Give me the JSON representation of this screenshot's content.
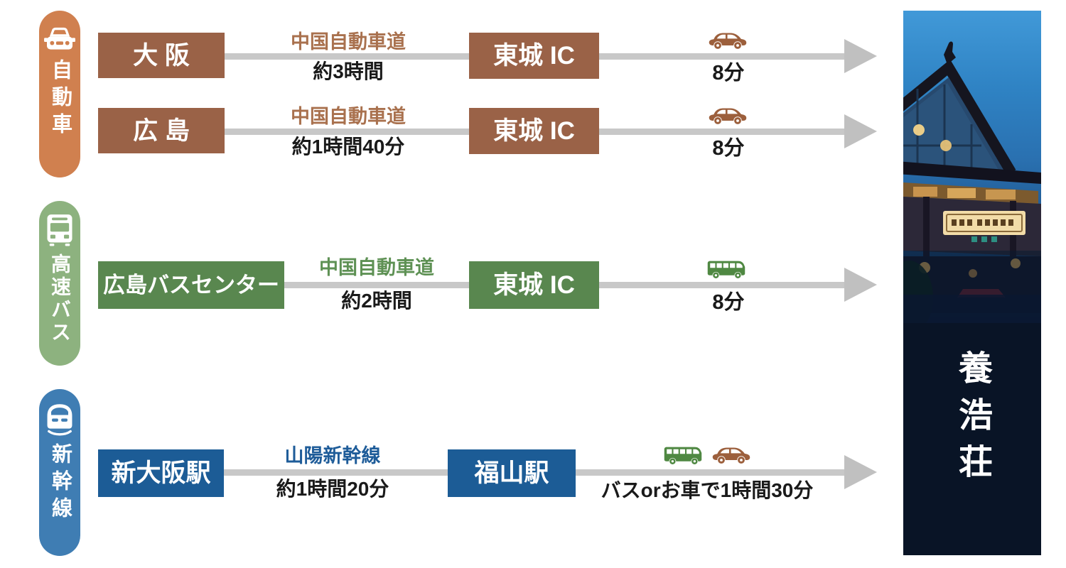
{
  "diagram_title": "access-routes",
  "line_color": "#c8c8c8",
  "arrow_color": "#c0c0c0",
  "sections": [
    {
      "id": "car",
      "label": "自動車",
      "icon": "car-front-icon",
      "colors": {
        "pill": "#d0804f",
        "box": "#9a6247",
        "accent": "#a9714e",
        "vehicle": "#9c5f3c"
      },
      "rows": [
        {
          "origin": "大 阪",
          "via_road": "中国自動車道",
          "via_time": "約3時間",
          "node": "東城 IC",
          "leg_icon": "car-side-icon",
          "leg_time": "8分"
        },
        {
          "origin": "広 島",
          "via_road": "中国自動車道",
          "via_time": "約1時間40分",
          "node": "東城 IC",
          "leg_icon": "car-side-icon",
          "leg_time": "8分"
        }
      ]
    },
    {
      "id": "bus",
      "label": "高速バス",
      "icon": "bus-front-icon",
      "colors": {
        "pill": "#8db27f",
        "box": "#59874f",
        "accent": "#5e9154",
        "vehicle": "#4f8842"
      },
      "rows": [
        {
          "origin": "広島バスセンター",
          "via_road": "中国自動車道",
          "via_time": "約2時間",
          "node": "東城 IC",
          "leg_icon": "bus-side-icon",
          "leg_time": "8分"
        }
      ]
    },
    {
      "id": "shinkansen",
      "label": "新幹線",
      "icon": "train-front-icon",
      "colors": {
        "pill": "#3f7db3",
        "box": "#1c5c96",
        "accent": "#1e5c99",
        "vehicle_bus": "#4f8842",
        "vehicle_car": "#9c5f3c"
      },
      "rows": [
        {
          "origin": "新大阪駅",
          "via_road": "山陽新幹線",
          "via_time": "約1時間20分",
          "node": "福山駅",
          "leg_icons": [
            "bus-side-icon",
            "car-side-icon"
          ],
          "leg_time": "バスorお車で1時間30分"
        }
      ]
    }
  ],
  "destination": {
    "name": "養浩荘"
  }
}
